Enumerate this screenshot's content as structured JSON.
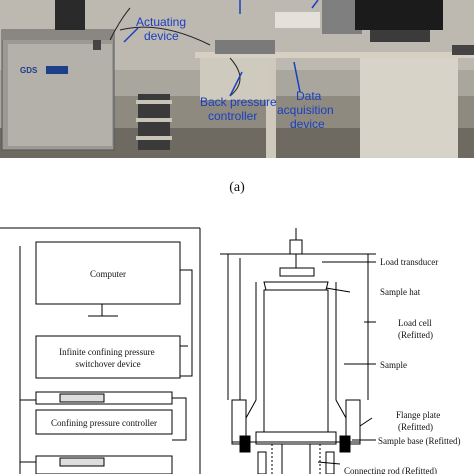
{
  "photo": {
    "annotations": {
      "actuating": [
        "Actuating",
        "device"
      ],
      "back_pressure": [
        "Back pressure",
        "controller"
      ],
      "data_acq": [
        "Data",
        "acquisition",
        "device"
      ]
    },
    "brand": "GDS"
  },
  "caption_a": "(a)",
  "diagram": {
    "left": {
      "computer": "Computer",
      "switchover": [
        "Infinite confining pressure",
        "switchover device"
      ],
      "confining": "Confining pressure controller"
    },
    "labels": {
      "load_transducer": "Load transducer",
      "sample_hat": "Sample hat",
      "load_cell": [
        "Load cell",
        "(Refitted)"
      ],
      "sample": "Sample",
      "flange": [
        "Flange plate",
        "(Refitted)"
      ],
      "sample_base": "Sample base (Refitted)",
      "connecting_rod": "Connecting rod (Refitted)"
    }
  }
}
